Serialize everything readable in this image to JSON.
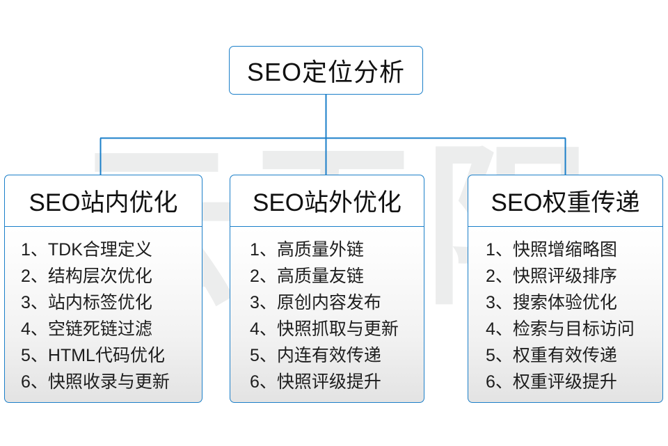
{
  "watermark": {
    "text": "云无限"
  },
  "colors": {
    "accent_blue": "#1b7fc9",
    "text": "#111111",
    "body_gradient_top": "#ffffff",
    "body_gradient_bottom": "#e3e3e3",
    "background": "#ffffff"
  },
  "root": {
    "title": "SEO定位分析"
  },
  "columns": [
    {
      "title": "SEO站内优化",
      "items": [
        "1、TDK合理定义",
        "2、结构层次优化",
        "3、站内标签优化",
        "4、空链死链过滤",
        "5、HTML代码优化",
        "6、快照收录与更新"
      ]
    },
    {
      "title": "SEO站外优化",
      "items": [
        "1、高质量外链",
        "2、高质量友链",
        "3、原创内容发布",
        "4、快照抓取与更新",
        "5、内连有效传递",
        "6、快照评级提升"
      ]
    },
    {
      "title": "SEO权重传递",
      "items": [
        "1、快照增缩略图",
        "2、快照评级排序",
        "3、搜索体验优化",
        "4、检索与目标访问",
        "5、权重有效传递",
        "6、权重评级提升"
      ]
    }
  ]
}
